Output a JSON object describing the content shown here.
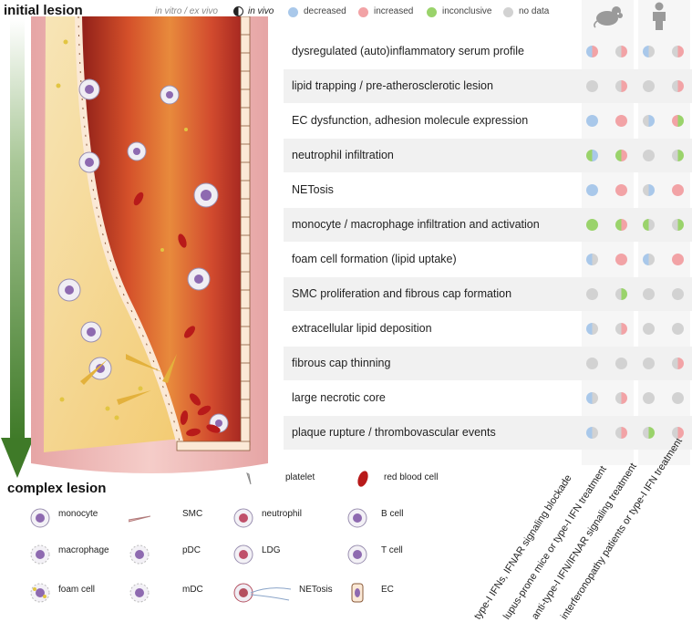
{
  "titles": {
    "initial": "initial lesion",
    "complex": "complex lesion"
  },
  "legend": {
    "in_vitro": "in vitro / ex vivo",
    "in_vivo": "in vivo",
    "decreased": "decreased",
    "increased": "increased",
    "inconclusive": "inconclusive",
    "no_data": "no data",
    "colors": {
      "decreased": "#a9c8ea",
      "increased": "#f2a3a6",
      "inconclusive": "#9ad36b",
      "no_data": "#d2d2d2"
    }
  },
  "rows": [
    {
      "label": "dysregulated (auto)inflammatory serum profile",
      "cells": [
        [
          "dec",
          "inc"
        ],
        [
          "no",
          "inc"
        ],
        [
          "dec",
          "no"
        ],
        [
          "no",
          "inc"
        ]
      ]
    },
    {
      "label": "lipid trapping / pre-atherosclerotic lesion",
      "cells": [
        [
          "no",
          "no"
        ],
        [
          "no",
          "inc"
        ],
        [
          "no",
          "no"
        ],
        [
          "no",
          "inc"
        ]
      ]
    },
    {
      "label": "EC dysfunction, adhesion molecule expression",
      "cells": [
        [
          "dec",
          "dec"
        ],
        [
          "inc",
          "inc"
        ],
        [
          "no",
          "dec"
        ],
        [
          "inc",
          "inco"
        ]
      ]
    },
    {
      "label": "neutrophil infiltration",
      "cells": [
        [
          "inco",
          "dec"
        ],
        [
          "inco",
          "inc"
        ],
        [
          "no",
          "no"
        ],
        [
          "no",
          "inco"
        ]
      ]
    },
    {
      "label": "NETosis",
      "cells": [
        [
          "dec",
          "dec"
        ],
        [
          "inc",
          "inc"
        ],
        [
          "no",
          "dec"
        ],
        [
          "inc",
          "inc"
        ]
      ]
    },
    {
      "label": "monocyte / macrophage infiltration and activation",
      "cells": [
        [
          "inco",
          "inco"
        ],
        [
          "inco",
          "inc"
        ],
        [
          "inco",
          "no"
        ],
        [
          "no",
          "inco"
        ]
      ]
    },
    {
      "label": "foam cell formation (lipid uptake)",
      "cells": [
        [
          "dec",
          "no"
        ],
        [
          "inc",
          "inc"
        ],
        [
          "dec",
          "no"
        ],
        [
          "inc",
          "inc"
        ]
      ]
    },
    {
      "label": "SMC proliferation and fibrous cap formation",
      "cells": [
        [
          "no",
          "no"
        ],
        [
          "no",
          "inco"
        ],
        [
          "no",
          "no"
        ],
        [
          "no",
          "no"
        ]
      ]
    },
    {
      "label": "extracellular lipid deposition",
      "cells": [
        [
          "dec",
          "no"
        ],
        [
          "no",
          "inc"
        ],
        [
          "no",
          "no"
        ],
        [
          "no",
          "no"
        ]
      ]
    },
    {
      "label": "fibrous cap thinning",
      "cells": [
        [
          "no",
          "no"
        ],
        [
          "no",
          "no"
        ],
        [
          "no",
          "no"
        ],
        [
          "no",
          "inc"
        ]
      ]
    },
    {
      "label": "large necrotic core",
      "cells": [
        [
          "dec",
          "no"
        ],
        [
          "no",
          "inc"
        ],
        [
          "no",
          "no"
        ],
        [
          "no",
          "no"
        ]
      ]
    },
    {
      "label": "plaque rupture / thrombovascular events",
      "cells": [
        [
          "dec",
          "no"
        ],
        [
          "no",
          "inc"
        ],
        [
          "no",
          "inco"
        ],
        [
          "no",
          "inc"
        ]
      ]
    }
  ],
  "columns": [
    "type-I IFNs, IFNAR signaling blockade",
    "lupus-prone mice or type-I IFN treatment",
    "anti-type-I IFN/IFNAR signaling treatment",
    "interferonopathy patients or type-I IFN treatment"
  ],
  "icons": {
    "mouse": "mouse-icon",
    "human": "human-icon"
  },
  "cell_legend": [
    {
      "label": "platelet",
      "icon": "platelet-icon"
    },
    {
      "label": "red blood cell",
      "icon": "red-blood-cell-icon"
    },
    {
      "label": "monocyte",
      "icon": "monocyte-icon"
    },
    {
      "label": "SMC",
      "icon": "smc-icon"
    },
    {
      "label": "neutrophil",
      "icon": "neutrophil-icon"
    },
    {
      "label": "B cell",
      "icon": "b-cell-icon"
    },
    {
      "label": "macrophage",
      "icon": "macrophage-icon"
    },
    {
      "label": "pDC",
      "icon": "pdc-icon"
    },
    {
      "label": "LDG",
      "icon": "ldg-icon"
    },
    {
      "label": "T cell",
      "icon": "t-cell-icon"
    },
    {
      "label": "foam cell",
      "icon": "foam-cell-icon"
    },
    {
      "label": "mDC",
      "icon": "mdc-icon"
    },
    {
      "label": "NETosis",
      "icon": "netosis-icon"
    },
    {
      "label": "EC",
      "icon": "ec-icon"
    }
  ]
}
